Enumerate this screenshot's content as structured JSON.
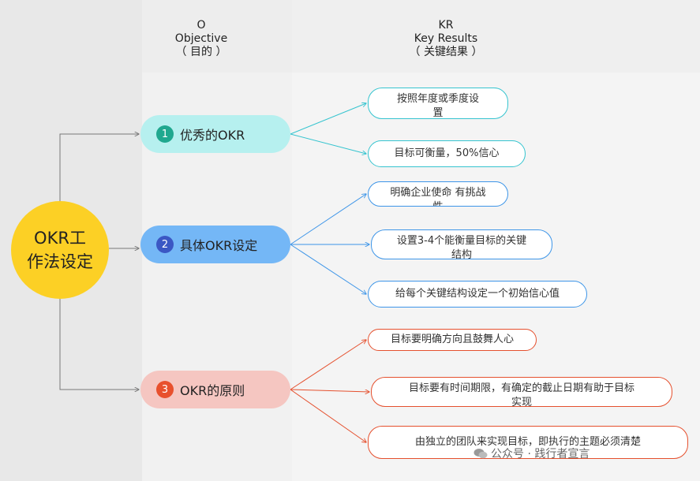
{
  "header": {
    "objective": {
      "letter": "O",
      "en": "Objective",
      "cn": "（ 目的 ）"
    },
    "key_results": {
      "letter": "KR",
      "en": "Key Results",
      "cn": "（ 关键结果 ）"
    }
  },
  "center": {
    "line1": "OKR工",
    "line2": "作法设定"
  },
  "objectives": [
    {
      "num": "1",
      "label": "优秀的OKR"
    },
    {
      "num": "2",
      "label": "具体OKR设定"
    },
    {
      "num": "3",
      "label": "OKR的原则"
    }
  ],
  "key_results": [
    {
      "line1": "按照年度或季度设",
      "line2": "置"
    },
    {
      "line1": "目标可衡量，50%信心"
    },
    {
      "line1": "明确企业使命 有挑战",
      "line2": "性"
    },
    {
      "line1": "设置3-4个能衡量目标的关键",
      "line2": "结构"
    },
    {
      "line1": "给每个关键结构设定一个初始信心值"
    },
    {
      "line1": "目标要明确方向且鼓舞人心"
    },
    {
      "line1": "目标要有时间期限，有确定的截止日期有助于目标",
      "line2": "实现"
    },
    {
      "line1": "由独立的团队来实现目标，即执行的主题必须清楚"
    }
  ],
  "watermark": "公众号 · 践行者宣言",
  "colors": {
    "center": "#fcd025",
    "teal": "#35c4cf",
    "blue": "#3d95e8",
    "red": "#e5502e",
    "connector": "#777777"
  }
}
